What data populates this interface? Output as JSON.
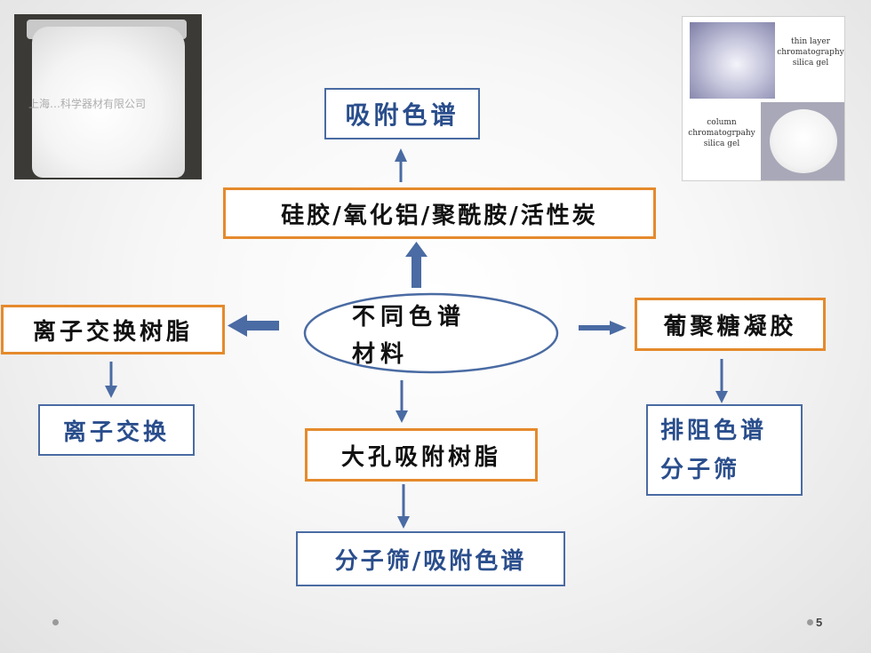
{
  "photos": {
    "left_watermark": "上海…科学器材有限公司",
    "right_label_top": [
      "thin layer",
      "chromatography",
      "silica gel"
    ],
    "right_label_bottom": [
      "column",
      "chromatogrpahy",
      "silica gel"
    ]
  },
  "diagram": {
    "center": [
      "不同色谱",
      "材料"
    ],
    "top_material": "硅胶/氧化铝/聚酰胺/活性炭",
    "top_result": "吸附色谱",
    "left_material": "离子交换树脂",
    "left_result": "离子交换",
    "bottom_material": "大孔吸附树脂",
    "bottom_result": "分子筛/吸附色谱",
    "right_material": "葡聚糖凝胶",
    "right_result": [
      "排阻色谱",
      "分子筛"
    ]
  },
  "colors": {
    "material_border": "#e58a2c",
    "result_border": "#4a6ba3",
    "arrow": "#4a6ba3"
  },
  "page_number": "5"
}
